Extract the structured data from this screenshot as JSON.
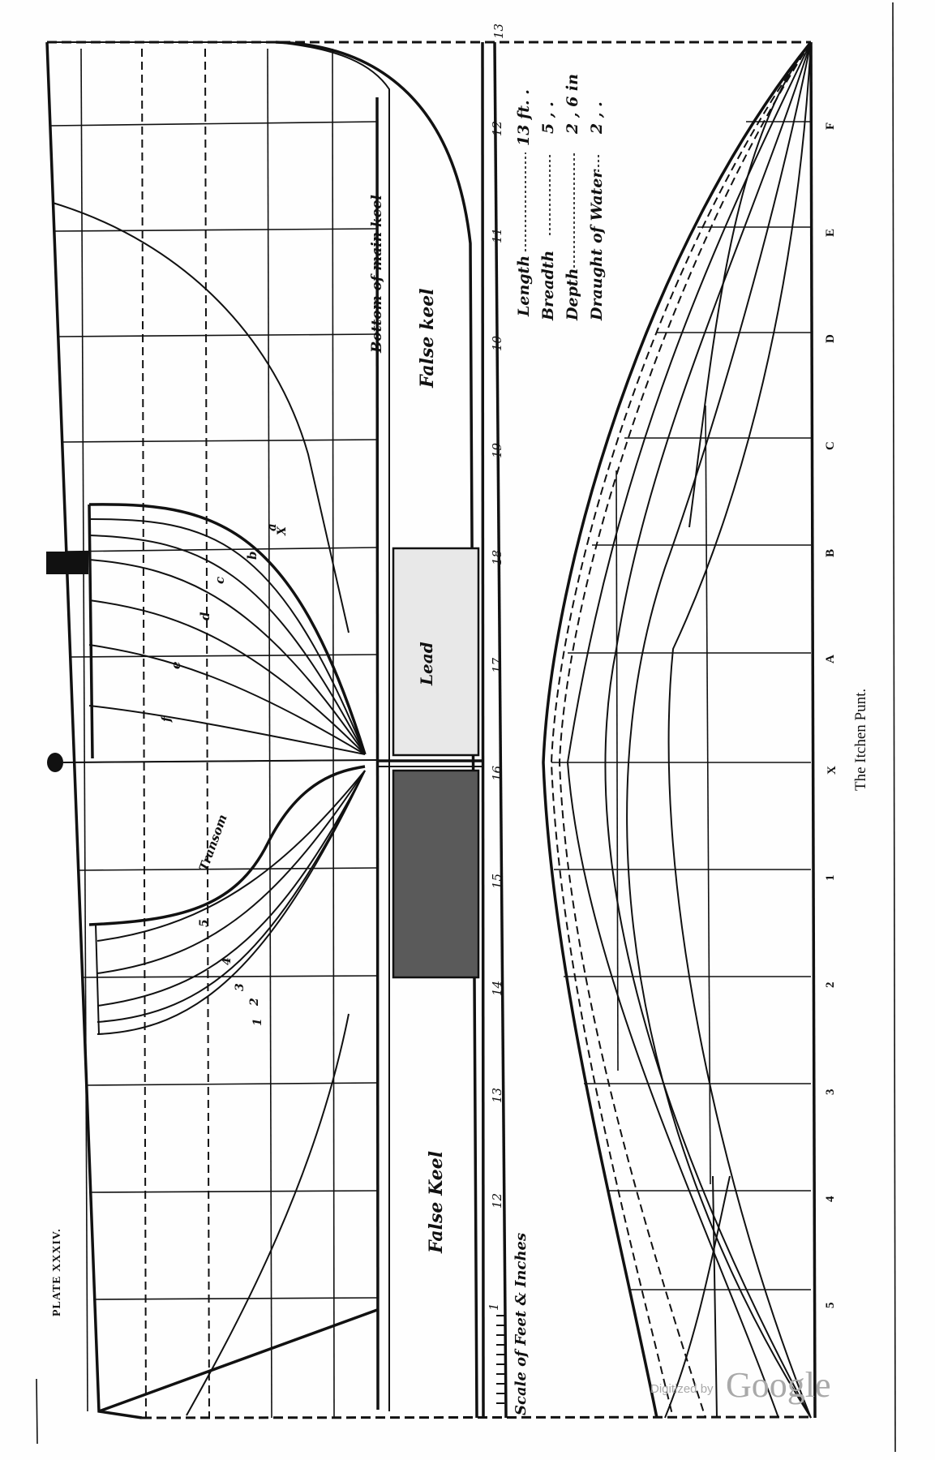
{
  "plate": {
    "label": "PLATE XXXIV.",
    "title": "The Itchen Punt."
  },
  "dimensions": {
    "rows": [
      {
        "name": "Length",
        "value": "13 ft."
      },
      {
        "name": "Breadth",
        "value": "5 \""
      },
      {
        "name": "Depth",
        "value": "2 \" 6 in"
      },
      {
        "name": "Draught of Water",
        "value": "2 \""
      }
    ],
    "length_label": "Length",
    "length_value": "13 ft. .",
    "breadth_label": "Breadth",
    "breadth_value": "5 ,  .",
    "depth_label": "Depth",
    "depth_value": "2 ,  6 in",
    "draught_label": "Draught of Water",
    "draught_value": "2 ,  ."
  },
  "keel_labels": {
    "false_keel_upper": "False keel",
    "false_keel_lower": "False Keel",
    "bottom_of_main_keel": "Bottom of main keel",
    "lead": "Lead",
    "transom": "Transom"
  },
  "scale": {
    "label": "Scale of Feet & Inches",
    "ticks": [
      "1",
      "12",
      "13",
      "14",
      "15",
      "16",
      "17",
      "18",
      "19",
      "10",
      "11",
      "12",
      "13"
    ]
  },
  "body_plan_section_labels": {
    "fore": [
      "a",
      "b",
      "c",
      "d",
      "e",
      "f"
    ],
    "aft": [
      "1",
      "2",
      "3",
      "4",
      "5"
    ],
    "midship": "X"
  },
  "stations": [
    "5",
    "4",
    "3",
    "2",
    "1",
    "X",
    "A",
    "B",
    "C",
    "D",
    "E",
    "F"
  ],
  "watermark": {
    "prefix": "Digitized by",
    "brand": "Google"
  }
}
